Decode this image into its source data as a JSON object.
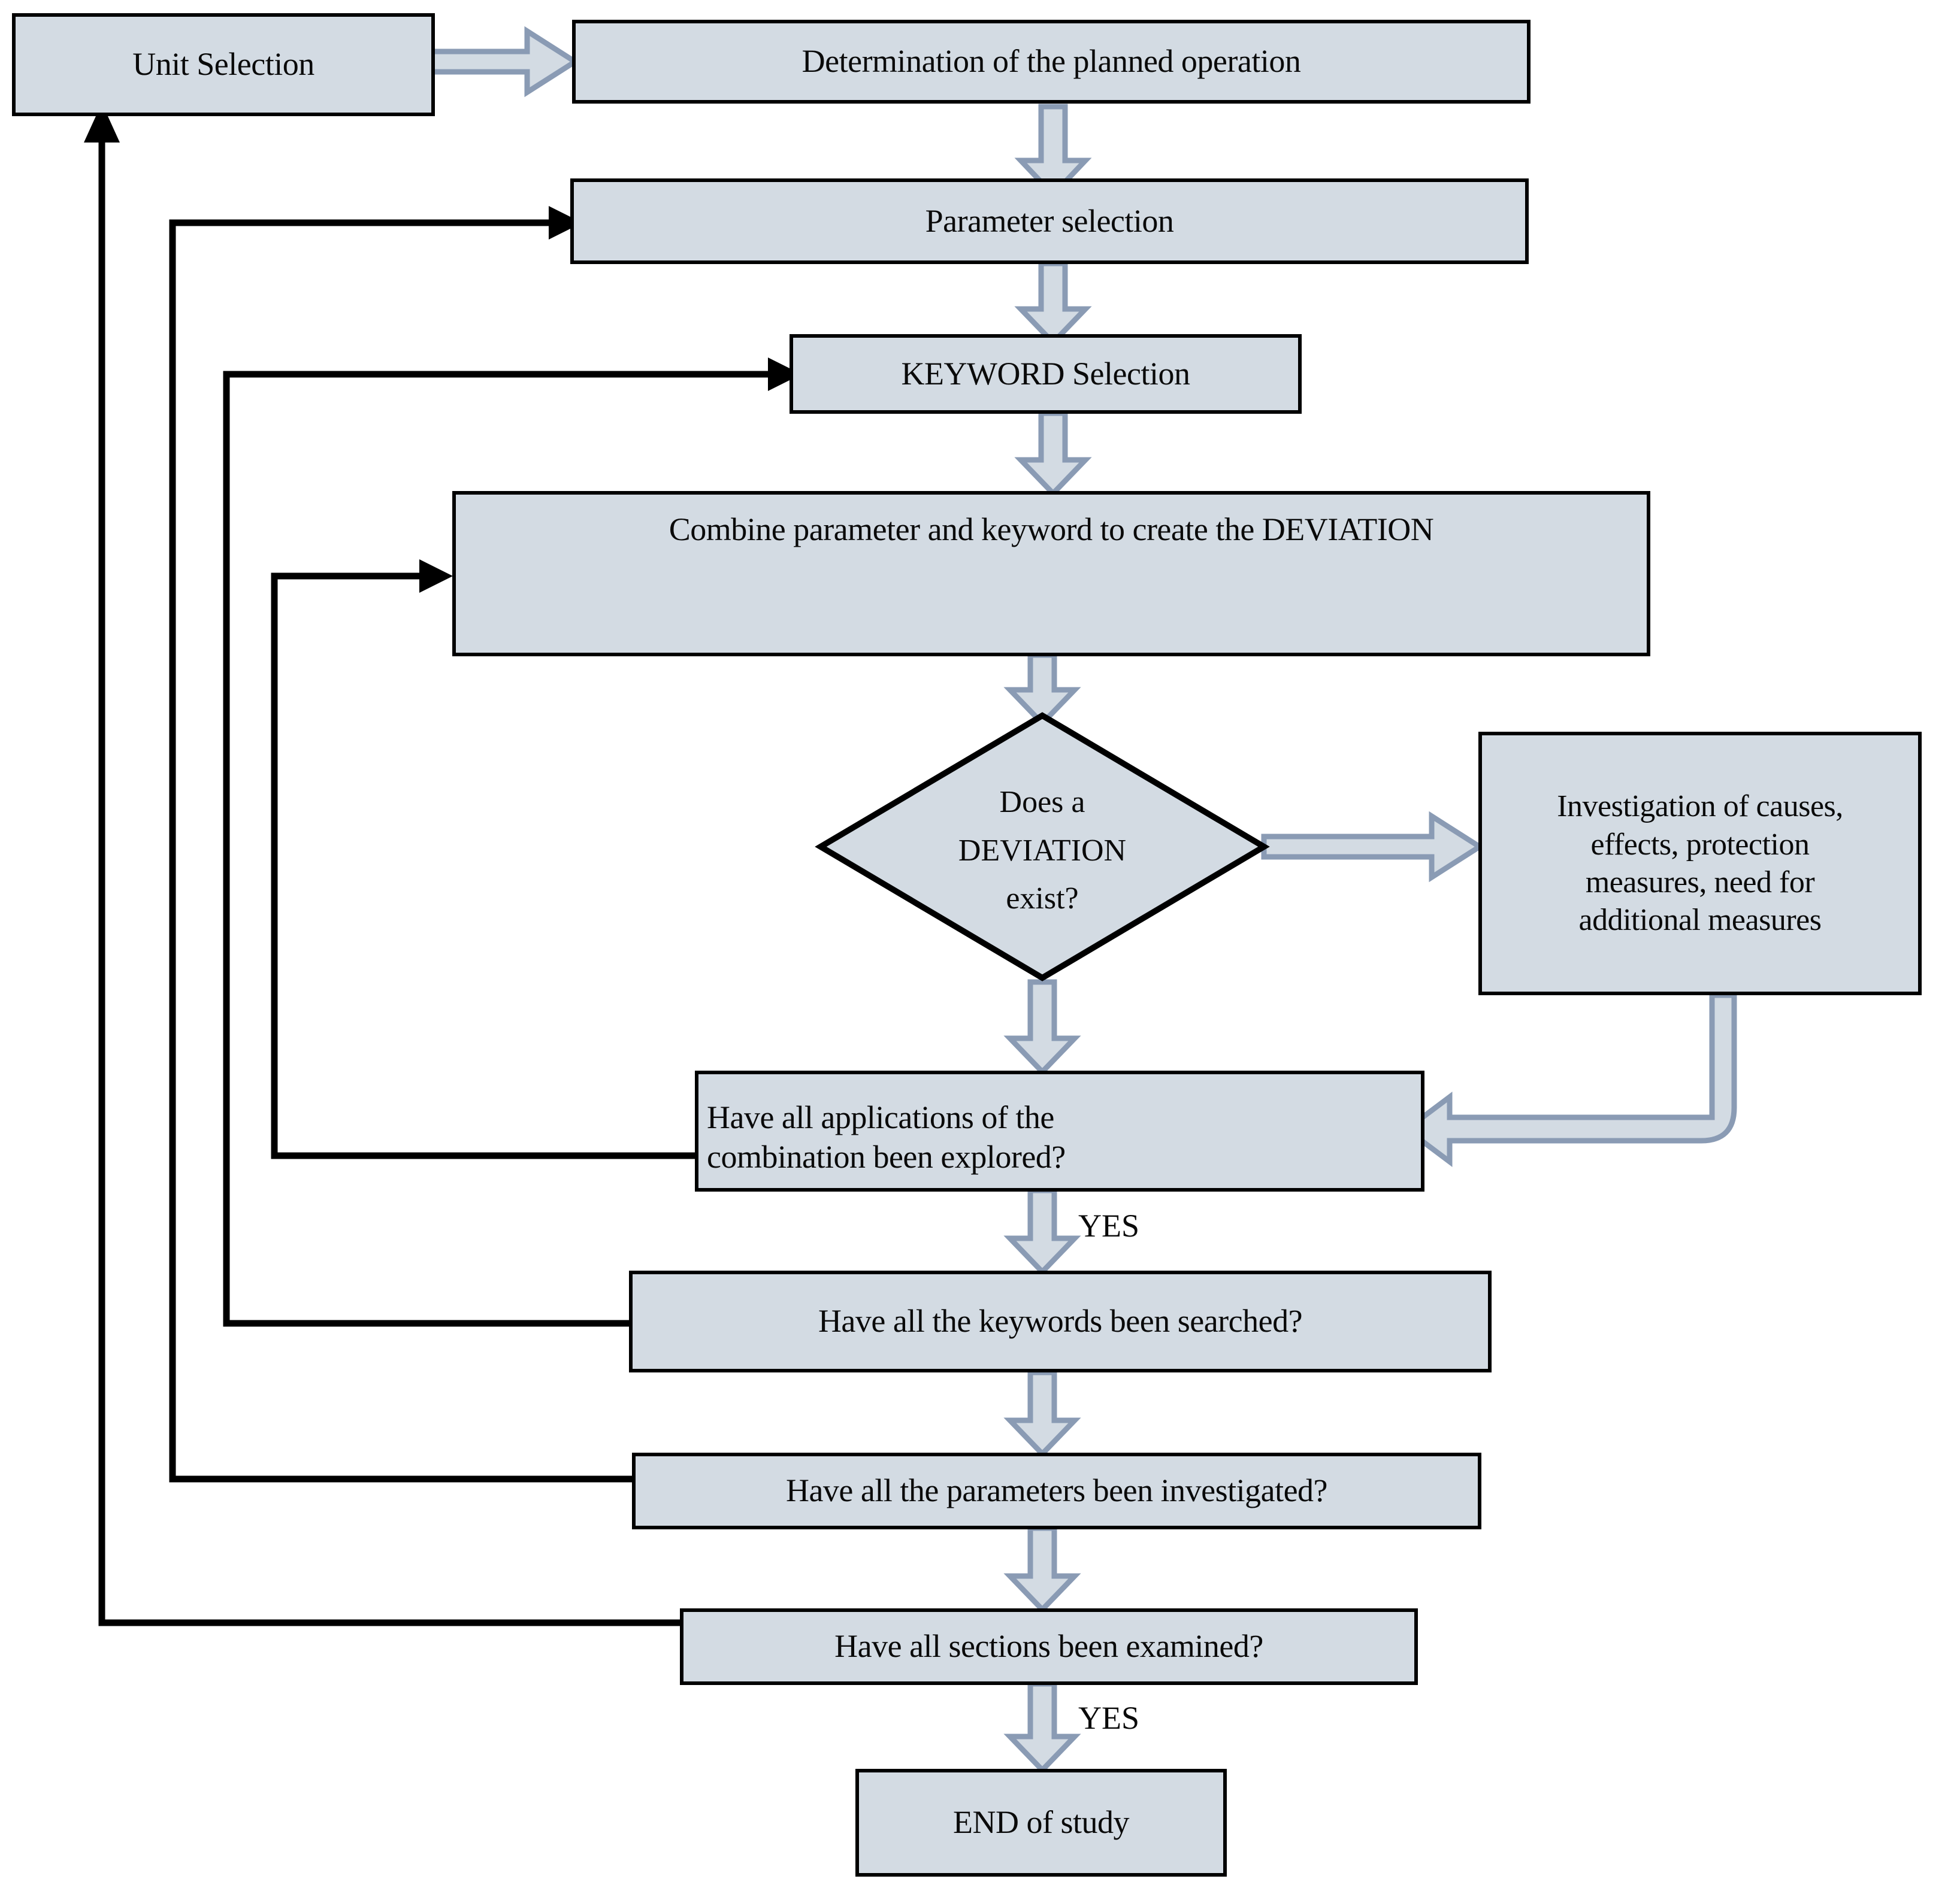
{
  "diagram": {
    "title": "HAZOP study procedure flowchart",
    "colors": {
      "node_fill": "#d3dbe3",
      "node_border": "#000000",
      "block_arrow_fill": "#d3dbe3",
      "block_arrow_stroke": "#8a9bb4",
      "line_color": "#000000",
      "text_color": "#0a0a0a",
      "background": "#ffffff"
    },
    "nodes": [
      {
        "id": "unit-selection",
        "label": "Unit Selection",
        "shape": "rectangle"
      },
      {
        "id": "determination",
        "label": "Determination of the planned operation",
        "shape": "rectangle"
      },
      {
        "id": "parameter-selection",
        "label": "Parameter selection",
        "shape": "rectangle"
      },
      {
        "id": "keyword-selection",
        "label": "KEYWORD Selection",
        "shape": "rectangle"
      },
      {
        "id": "combine-deviation",
        "label": "Combine parameter and keyword to create the DEVIATION",
        "shape": "rectangle"
      },
      {
        "id": "deviation-decision",
        "label": "Does a DEVIATION exist?",
        "shape": "diamond",
        "lines": [
          "Does a",
          "DEVIATION",
          "exist?"
        ]
      },
      {
        "id": "investigation",
        "label": "Investigation of causes, effects, protection measures, need for additional measures",
        "shape": "rectangle",
        "lines": [
          "Investigation of causes,",
          "effects, protection",
          "measures, need for",
          "additional measures"
        ]
      },
      {
        "id": "applications-explored",
        "label": "Have all applications of the combination been explored?",
        "shape": "rectangle",
        "lines": [
          "Have all applications of the",
          "combination been explored?"
        ]
      },
      {
        "id": "keywords-searched",
        "label": "Have all the keywords been searched?",
        "shape": "rectangle"
      },
      {
        "id": "parameters-investigated",
        "label": "Have all the parameters been investigated?",
        "shape": "rectangle"
      },
      {
        "id": "sections-examined",
        "label": "Have all sections been examined?",
        "shape": "rectangle"
      },
      {
        "id": "end-of-study",
        "label": "END of study",
        "shape": "rectangle"
      }
    ],
    "edge_labels": [
      {
        "id": "yes-applications",
        "text": "YES"
      },
      {
        "id": "yes-sections",
        "text": "YES"
      }
    ],
    "edges": [
      {
        "from": "unit-selection",
        "to": "determination",
        "style": "block-arrow",
        "direction": "right"
      },
      {
        "from": "determination",
        "to": "parameter-selection",
        "style": "block-arrow",
        "direction": "down"
      },
      {
        "from": "parameter-selection",
        "to": "keyword-selection",
        "style": "block-arrow",
        "direction": "down"
      },
      {
        "from": "keyword-selection",
        "to": "combine-deviation",
        "style": "block-arrow",
        "direction": "down"
      },
      {
        "from": "combine-deviation",
        "to": "deviation-decision",
        "style": "block-arrow",
        "direction": "down"
      },
      {
        "from": "deviation-decision",
        "to": "investigation",
        "style": "block-arrow",
        "direction": "right"
      },
      {
        "from": "deviation-decision",
        "to": "applications-explored",
        "style": "block-arrow",
        "direction": "down"
      },
      {
        "from": "investigation",
        "to": "applications-explored",
        "style": "block-arrow",
        "direction": "elbow-down-left"
      },
      {
        "from": "applications-explored",
        "to": "keywords-searched",
        "style": "block-arrow",
        "direction": "down",
        "label": "YES"
      },
      {
        "from": "keywords-searched",
        "to": "parameters-investigated",
        "style": "block-arrow",
        "direction": "down"
      },
      {
        "from": "parameters-investigated",
        "to": "sections-examined",
        "style": "block-arrow",
        "direction": "down"
      },
      {
        "from": "sections-examined",
        "to": "end-of-study",
        "style": "block-arrow",
        "direction": "down",
        "label": "YES"
      },
      {
        "from": "applications-explored",
        "to": "combine-deviation",
        "style": "thin-line",
        "direction": "feedback-left"
      },
      {
        "from": "keywords-searched",
        "to": "keyword-selection",
        "style": "thin-line",
        "direction": "feedback-left"
      },
      {
        "from": "parameters-investigated",
        "to": "parameter-selection",
        "style": "thin-line",
        "direction": "feedback-left"
      },
      {
        "from": "sections-examined",
        "to": "unit-selection",
        "style": "thin-line",
        "direction": "feedback-left"
      }
    ]
  }
}
